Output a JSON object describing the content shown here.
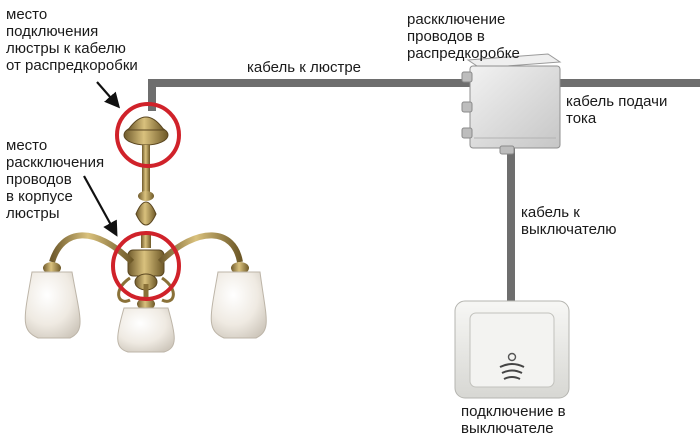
{
  "labels": {
    "chandelier_connection": "место\nподключения\nлюстры к кабелю\nот распредкоробки",
    "chandelier_wiring": "место\nраскключения\nпроводов\nв корпусе\nлюстры",
    "box_wiring": "раскключение проводов в\nраспредкоробке",
    "cable_to_chandelier": "кабель к люстре",
    "power_cable": "кабель подачи\nтока",
    "cable_to_switch": "кабель к\nвыключателю",
    "switch_connection": "подключение в\nвыключателе"
  },
  "colors": {
    "cable": "#6e6e6e",
    "highlight_circle": "#d0222a",
    "brass": "#a88a4a",
    "glass": "#f1ede6",
    "switch_body": "#e9e9e6",
    "box_body": "#dcdcdc"
  },
  "icons": [
    "arrow-icon",
    "chandelier-icon",
    "junction-box-icon",
    "light-switch-icon"
  ]
}
